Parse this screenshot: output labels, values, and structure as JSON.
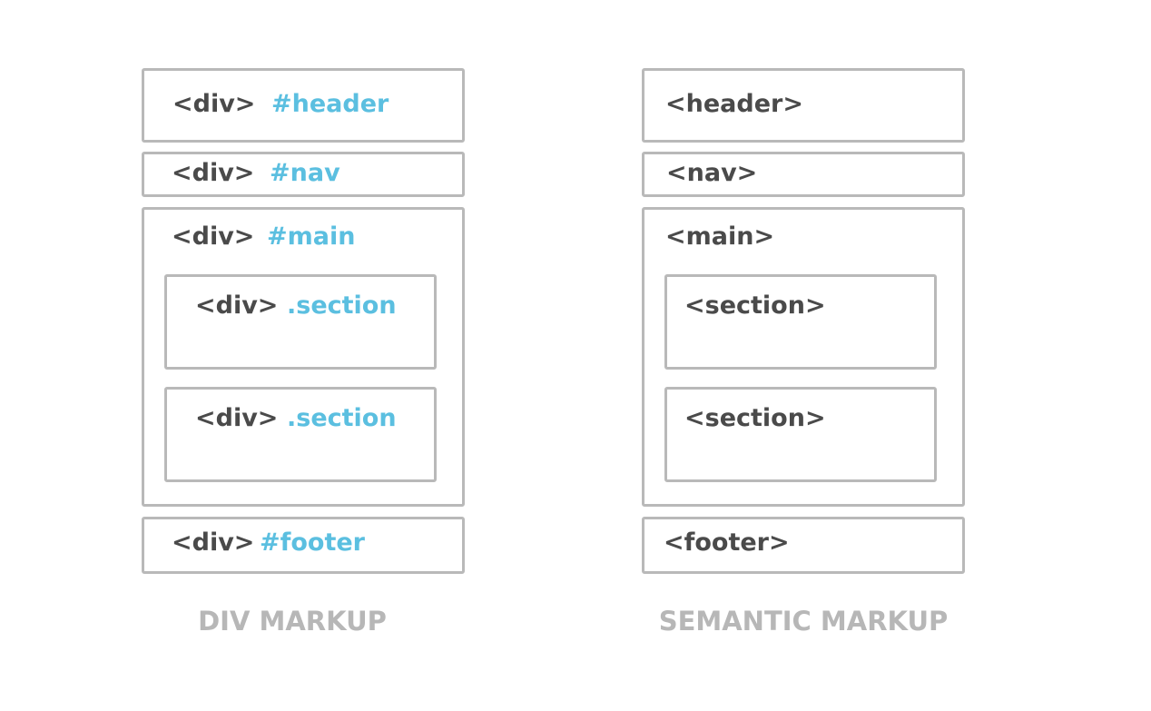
{
  "div_markup": {
    "header": {
      "tag": "<div>",
      "selector": "#header"
    },
    "nav": {
      "tag": "<div>",
      "selector": "#nav"
    },
    "main": {
      "tag": "<div>",
      "selector": "#main"
    },
    "section1": {
      "tag": "<div>",
      "selector": ".section"
    },
    "section2": {
      "tag": "<div>",
      "selector": ".section"
    },
    "footer": {
      "tag": "<div>",
      "selector": "#footer"
    },
    "caption": "DIV MARKUP"
  },
  "semantic_markup": {
    "header": {
      "tag": "<header>"
    },
    "nav": {
      "tag": "<nav>"
    },
    "main": {
      "tag": "<main>"
    },
    "section1": {
      "tag": "<section>"
    },
    "section2": {
      "tag": "<section>"
    },
    "footer": {
      "tag": "<footer>"
    },
    "caption": "SEMANTIC MARKUP"
  },
  "colors": {
    "tag_text": "#4a4a4a",
    "selector_text": "#5bbfe0",
    "border": "#b9b9b9",
    "caption": "#b7b7b7"
  }
}
